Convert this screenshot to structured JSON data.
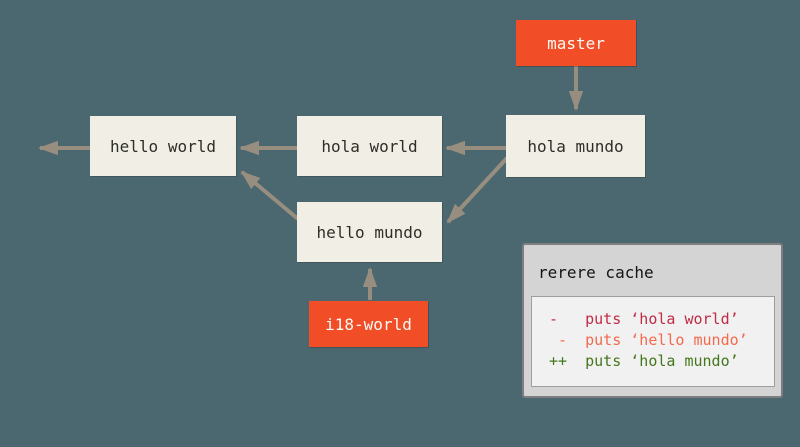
{
  "diagram": {
    "nodes": {
      "hello_world": "hello world",
      "hola_world": "hola world",
      "hola_mundo": "hola mundo",
      "hello_mundo": "hello mundo"
    },
    "branches": {
      "master": "master",
      "i18_world": "i18-world"
    }
  },
  "rerere": {
    "title": "rerere cache",
    "lines": [
      {
        "text": "-   puts ‘hola world’",
        "color": "#C02B45"
      },
      {
        "text": " -  puts ‘hello mundo’",
        "color": "#F2694D"
      },
      {
        "text": "++  puts ‘hola mundo’",
        "color": "#44771C"
      }
    ]
  },
  "colors": {
    "background": "#4B6770",
    "commit_box_fill": "#F1EFE5",
    "commit_text": "#2E2D28",
    "branch_tag_fill": "#F14E28",
    "branch_tag_text": "#FBF9F4",
    "arrow": "#978E80",
    "panel_fill": "#D4D4D4",
    "panel_border": "#7E7E7E",
    "inner_box_fill": "#F1F1F1"
  }
}
